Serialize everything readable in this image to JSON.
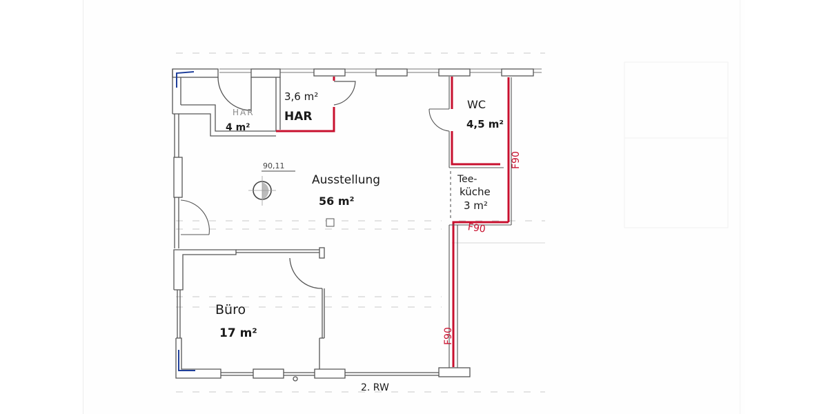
{
  "plan": {
    "rooms": [
      {
        "id": "har-left",
        "name": "HAR",
        "area": "4 m²",
        "name_style": "printed"
      },
      {
        "id": "har-right",
        "name": "HAR",
        "area": "3,6 m²"
      },
      {
        "id": "wc",
        "name": "WC",
        "area": "4,5 m²"
      },
      {
        "id": "teekueche",
        "name_line1": "Tee-",
        "name_line2": "küche",
        "area": "3 m²"
      },
      {
        "id": "ausstellung",
        "name": "Ausstellung",
        "area": "56 m²"
      },
      {
        "id": "buero",
        "name": "Büro",
        "area": "17 m²"
      }
    ],
    "annotations": {
      "column_dim": "90,11",
      "fire_rating_vertical_upper": "F90",
      "fire_rating_horizontal": "F90",
      "fire_rating_vertical_lower": "F90",
      "escape_route": "2. RW"
    },
    "colors": {
      "wall": "#555555",
      "fire_wall": "#c8102e",
      "marker": "#1f3f9a"
    }
  }
}
